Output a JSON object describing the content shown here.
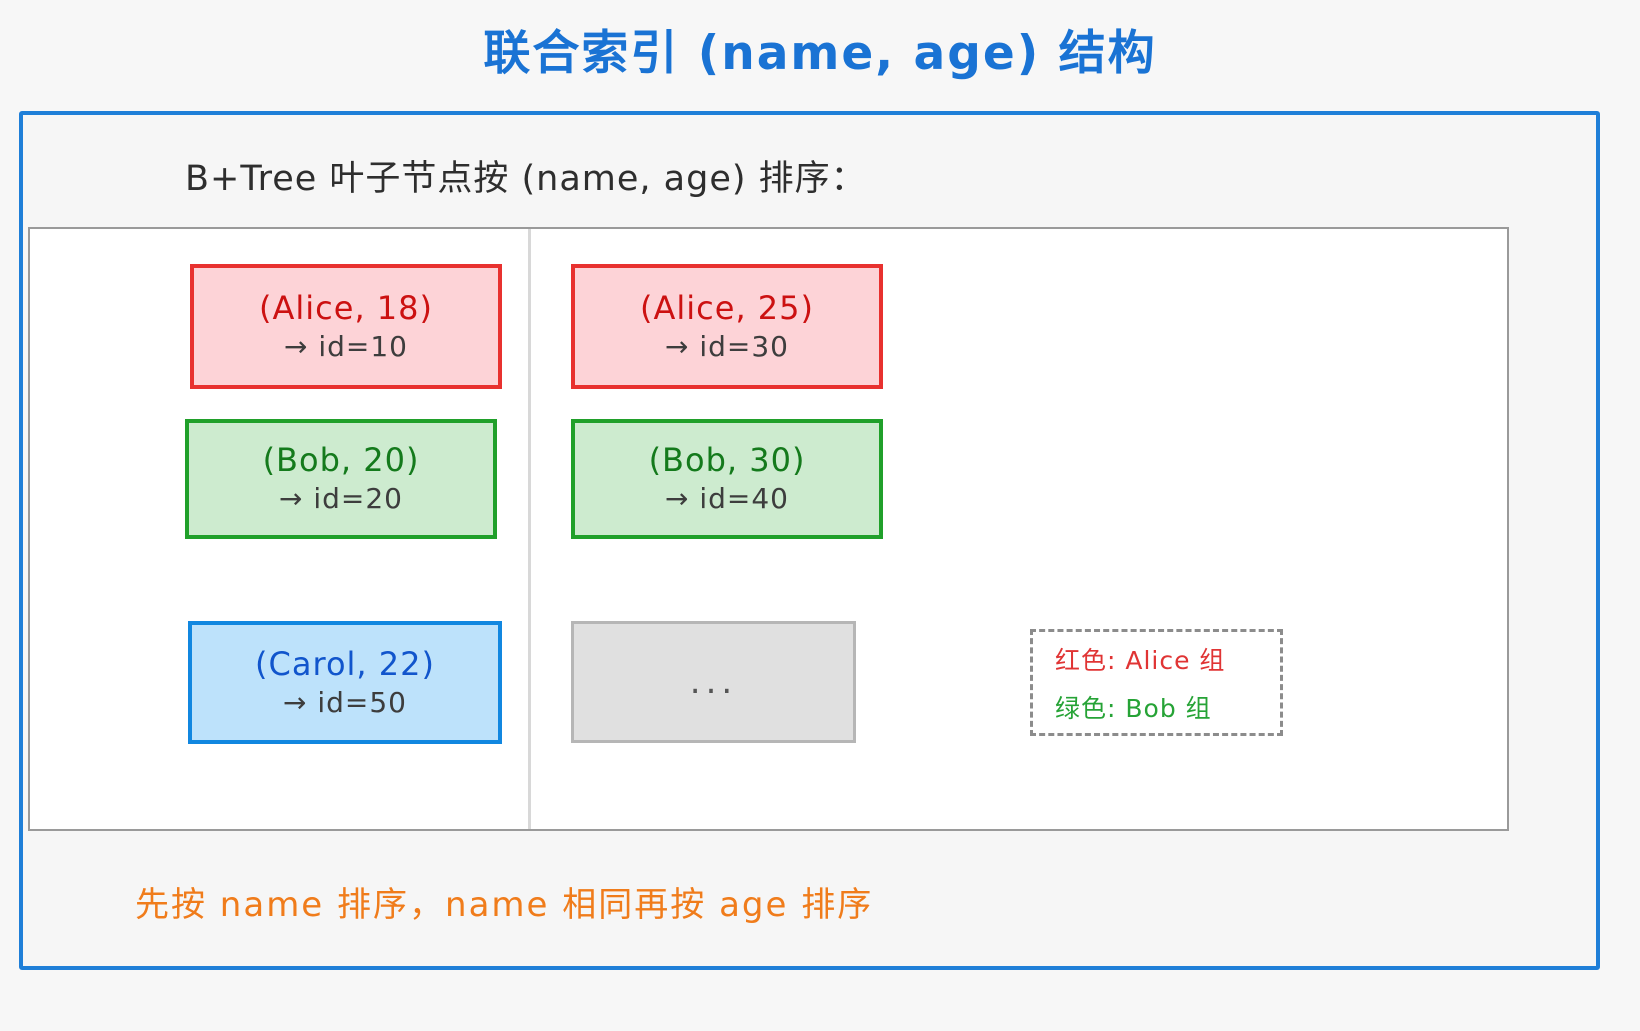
{
  "title": "联合索引 (name, age) 结构",
  "title_color": "#1a73d4",
  "sub_heading": "B+Tree 叶子节点按 (name, age) 排序：",
  "leaf_panel": {
    "columns": [
      {
        "entries": [
          {
            "key": "(Alice, 18)",
            "pointer": "→ id=10",
            "color": "red",
            "color_hex": "#e8312f"
          },
          {
            "key": "(Bob, 20)",
            "pointer": "→ id=20",
            "color": "green",
            "color_hex": "#20a02a"
          },
          {
            "key": "(Carol, 22)",
            "pointer": "→ id=50",
            "color": "blue",
            "color_hex": "#1187e0"
          }
        ]
      },
      {
        "entries": [
          {
            "key": "(Alice, 25)",
            "pointer": "→ id=30",
            "color": "red",
            "color_hex": "#e8312f"
          },
          {
            "key": "(Bob, 30)",
            "pointer": "→ id=40",
            "color": "green",
            "color_hex": "#20a02a"
          },
          {
            "key": "...",
            "pointer": "",
            "color": "grey",
            "color_hex": "#b6b6b6"
          }
        ]
      }
    ]
  },
  "legend": {
    "rows": [
      {
        "label": "红色: Alice 组",
        "color_hex": "#e03434"
      },
      {
        "label": "绿色: Bob 组",
        "color_hex": "#26a336"
      }
    ]
  },
  "footer_note": "先按 name 排序，name 相同再按 age 排序",
  "footer_note_color": "#f07c1b",
  "frame_color": "#1f7fd8"
}
